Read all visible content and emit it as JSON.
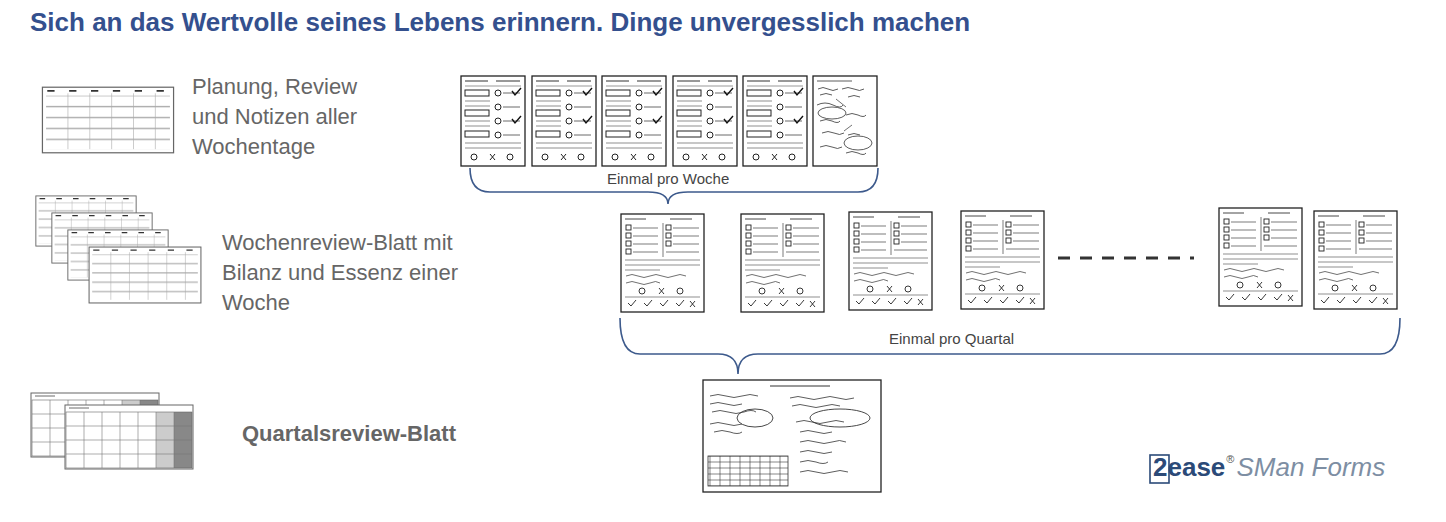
{
  "diagram": {
    "title": "Sich an das Wertvolle seines Lebens erinnern. Dinge unvergesslich machen",
    "labels": [
      "Planung, Review und Notizen aller Wochentage",
      "Wochenreview-Blatt mit Bilanz und Essenz einer Woche",
      "Quartalsreview-Blatt",
      "Einmal pro Woche",
      "Einmal pro Quartal",
      "2ease",
      "®",
      "SMan Forms"
    ]
  }
}
